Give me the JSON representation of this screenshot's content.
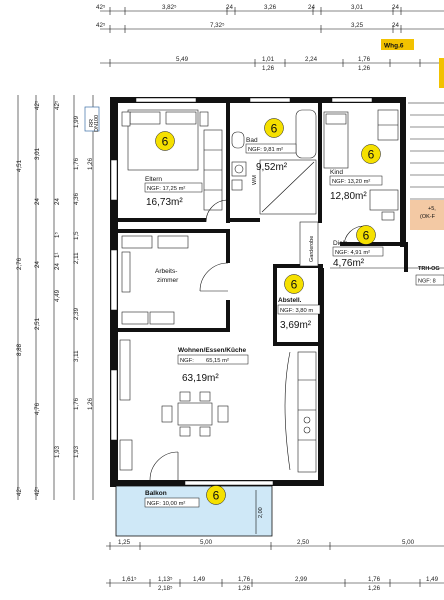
{
  "unit_label": "Whg.6",
  "top_dims": {
    "row1": [
      "42⁵",
      "3,82⁵",
      "24",
      "3,26",
      "24",
      "3,01",
      "24"
    ],
    "row2": [
      "42⁵",
      "7,32⁵",
      "3,25",
      "24"
    ],
    "row3": [
      "5,49",
      "1,01",
      "1,26",
      "2,24",
      "1,76",
      "1,26"
    ]
  },
  "left_dims": {
    "outer": [
      "8,88"
    ],
    "mid": [
      "4,51",
      "2,76",
      "4,49"
    ],
    "col_a": [
      "42⁵",
      "3,01",
      "24",
      "2,51",
      "24",
      "4,76",
      "42⁵",
      "42⁵"
    ],
    "col_b": [
      "42⁵",
      "24",
      "1⁵",
      "1¹",
      "24",
      "1,93"
    ],
    "col_c": [
      "1,99",
      "1,76",
      "1,26",
      "4,36",
      "1,5",
      "2,11",
      "2,39",
      "3,11",
      "1,76",
      "1,26",
      "1,93"
    ]
  },
  "bottom_dims": {
    "row1": [
      "1,25",
      "5,00",
      "2,50",
      "5,00"
    ],
    "row2": [
      "1,61⁵",
      "1,13⁵",
      "2,18⁵",
      "1,49",
      "1,76",
      "1,26",
      "2,99",
      "1,76",
      "1,26",
      "1,49"
    ]
  },
  "rooms": {
    "eltern": {
      "name": "Eltern",
      "ngf": "NGF: 17,25 m²",
      "area": "16,73m²",
      "badge": "6"
    },
    "bad": {
      "name": "Bad",
      "ngf": "NGF: 9,81 m²",
      "area": "9,52m²",
      "badge": "6",
      "wm": "WM"
    },
    "kind": {
      "name": "Kind",
      "ngf": "NGF: 13,20 m²",
      "area": "12,80m²",
      "badge": "6"
    },
    "diele": {
      "name": "Diele",
      "ngf": "NGF: 4,91 m²",
      "area": "4,76m²",
      "badge": "6"
    },
    "arbeit": {
      "name_line1": "Arbeits-",
      "name_line2": "zimmer"
    },
    "abstell": {
      "name": "Abstell.",
      "ngf": "NGF: 3,80 m",
      "area": "3,69m²",
      "badge": "6"
    },
    "wohnen": {
      "name": "Wohnen/Essen/Küche",
      "ngf_label": "NGF:",
      "ngf_value": "65,15 m²",
      "area": "63,19m²"
    },
    "balkon": {
      "name": "Balkon",
      "ngf": "NGF: 10,00 m²",
      "badge": "6",
      "depth": "2,00"
    },
    "garderobe": "Garderobe"
  },
  "side_labels": {
    "rr": "RR",
    "rr_size": "DN100",
    "trh": "TRH-OG",
    "ok_line1": "+5,",
    "ok_line2": "(OK-F",
    "ngf_partial": "NGF: 8"
  },
  "colors": {
    "badge": "#f5e000",
    "label_box": "#f2c200",
    "stair_box": "#f3c9a4",
    "balcony_fill": "#cfe8f7",
    "wall": "#111111"
  }
}
